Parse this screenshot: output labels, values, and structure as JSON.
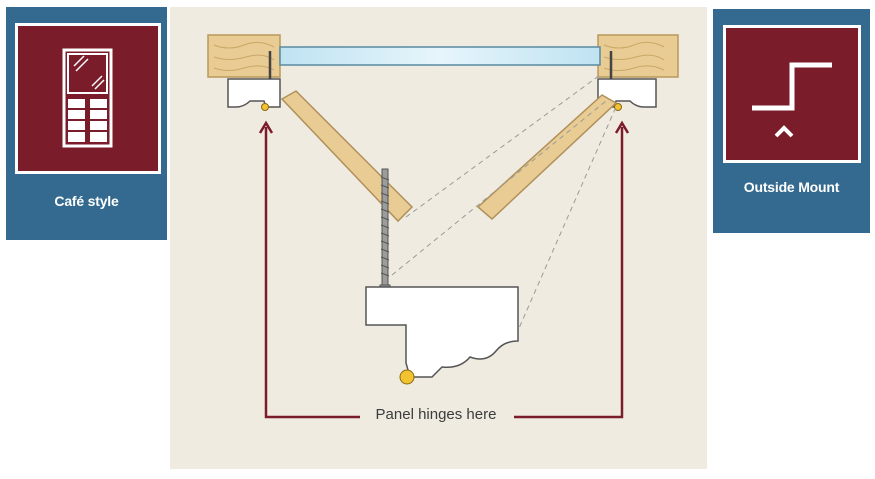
{
  "left_tile": {
    "label": "Café style",
    "icon": "cafe-style-shutter-icon"
  },
  "right_tile": {
    "label": "Outside Mount",
    "icon": "outside-mount-step-icon"
  },
  "diagram": {
    "caption": "Panel hinges here"
  },
  "colors": {
    "tile_blue": "#346a8f",
    "tile_maroon": "#7b1c2b",
    "arrow": "#7b1c2b",
    "diagram_bg": "#efebe0",
    "wood": "#e8cc93",
    "glass": "#cfe9f4",
    "hinge_pin": "#f2c230"
  }
}
